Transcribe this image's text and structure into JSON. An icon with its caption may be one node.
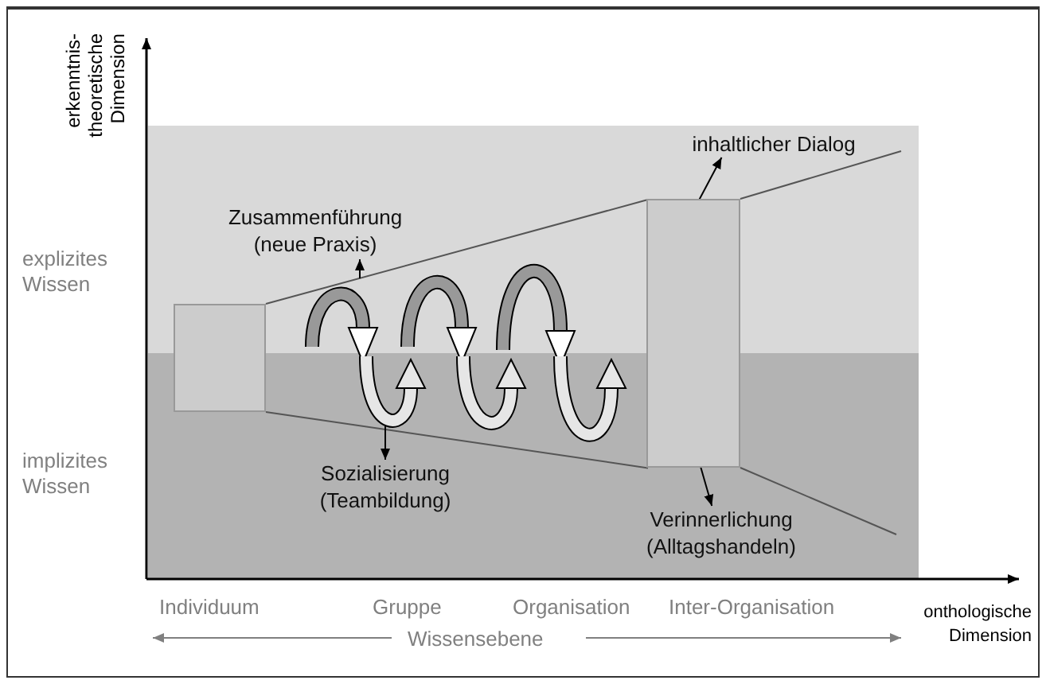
{
  "diagram": {
    "nodes": [
      {
        "text": [],
        "shape": "box"
      },
      {
        "text": [],
        "shape": "box"
      },
      {
        "text": [
          "Zusammenführung (neue Praxis)"
        ]
      },
      {
        "text": [
          "Sozialisierung (Teambildung)"
        ]
      },
      {
        "text": [
          "inhaltlicher Dialog"
        ]
      },
      {
        "text": [
          "Verinnerlichung (Alltagshandeln)"
        ]
      }
    ],
    "edges": [
      {
        "from": 0,
        "to": 1,
        "arrow": "none"
      },
      {
        "from": 0,
        "to": 1,
        "arrow": "none"
      },
      {
        "from": 1,
        "to": null,
        "arrow": "none"
      },
      {
        "from": 1,
        "to": null,
        "arrow": "none"
      },
      {
        "from": null,
        "to": 2,
        "arrow": "to"
      },
      {
        "from": null,
        "to": 3,
        "arrow": "to"
      },
      {
        "from": 1,
        "to": 4,
        "arrow": "to"
      },
      {
        "from": 1,
        "to": 5,
        "arrow": "to"
      }
    ],
    "labels": [
      "erkenntnis- theoretische Dimension",
      "explizites Wissen",
      "implizites Wissen",
      "Individuum",
      "Gruppe",
      "Organisation",
      "Inter-Organisation",
      "onthologische Dimension",
      "Wissensebene"
    ]
  }
}
